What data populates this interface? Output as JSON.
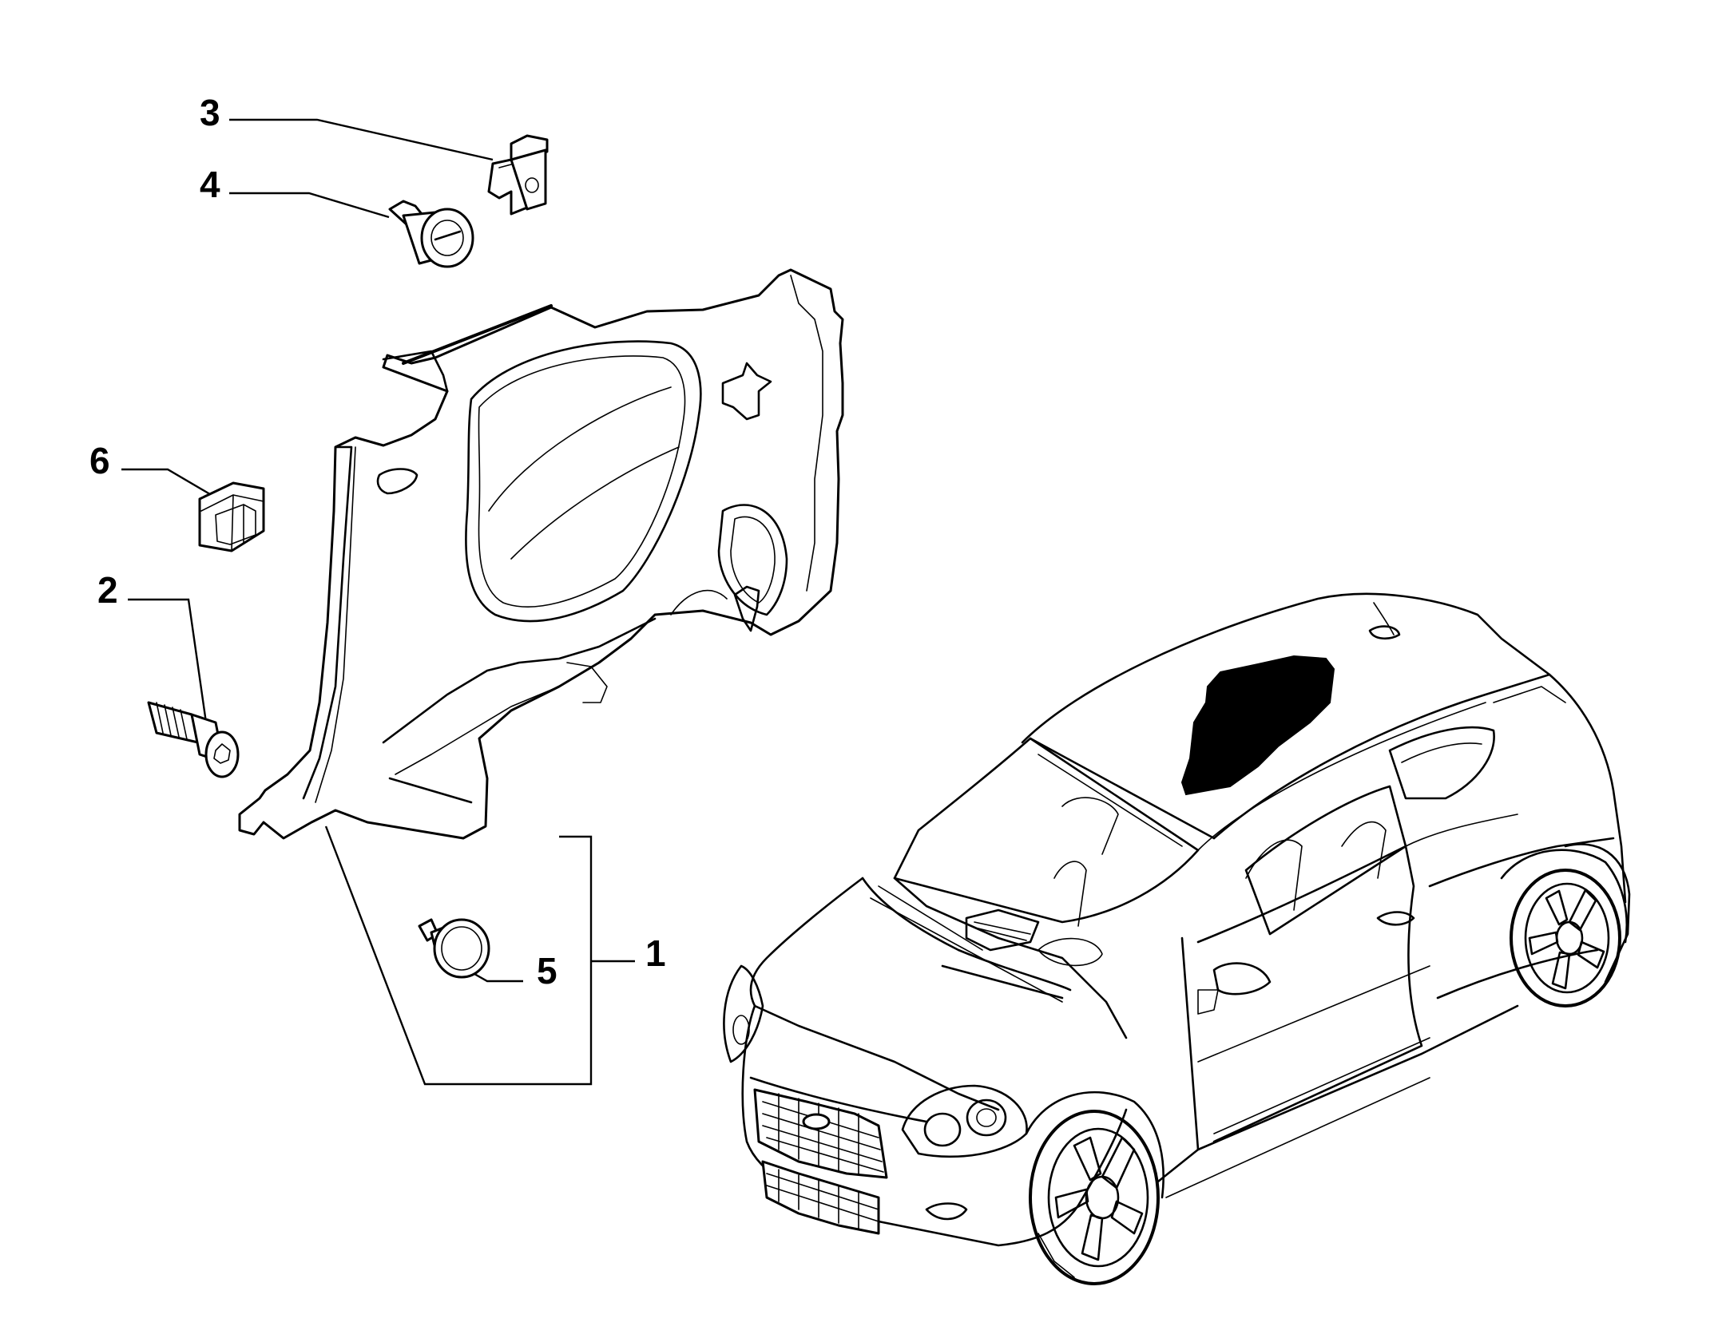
{
  "callouts": [
    {
      "id": "1",
      "label": "1"
    },
    {
      "id": "2",
      "label": "2"
    },
    {
      "id": "3",
      "label": "3"
    },
    {
      "id": "4",
      "label": "4"
    },
    {
      "id": "5",
      "label": "5"
    },
    {
      "id": "6",
      "label": "6"
    }
  ],
  "colors": {
    "line": "#000000",
    "background": "#ffffff",
    "highlight_fill": "#000000"
  }
}
